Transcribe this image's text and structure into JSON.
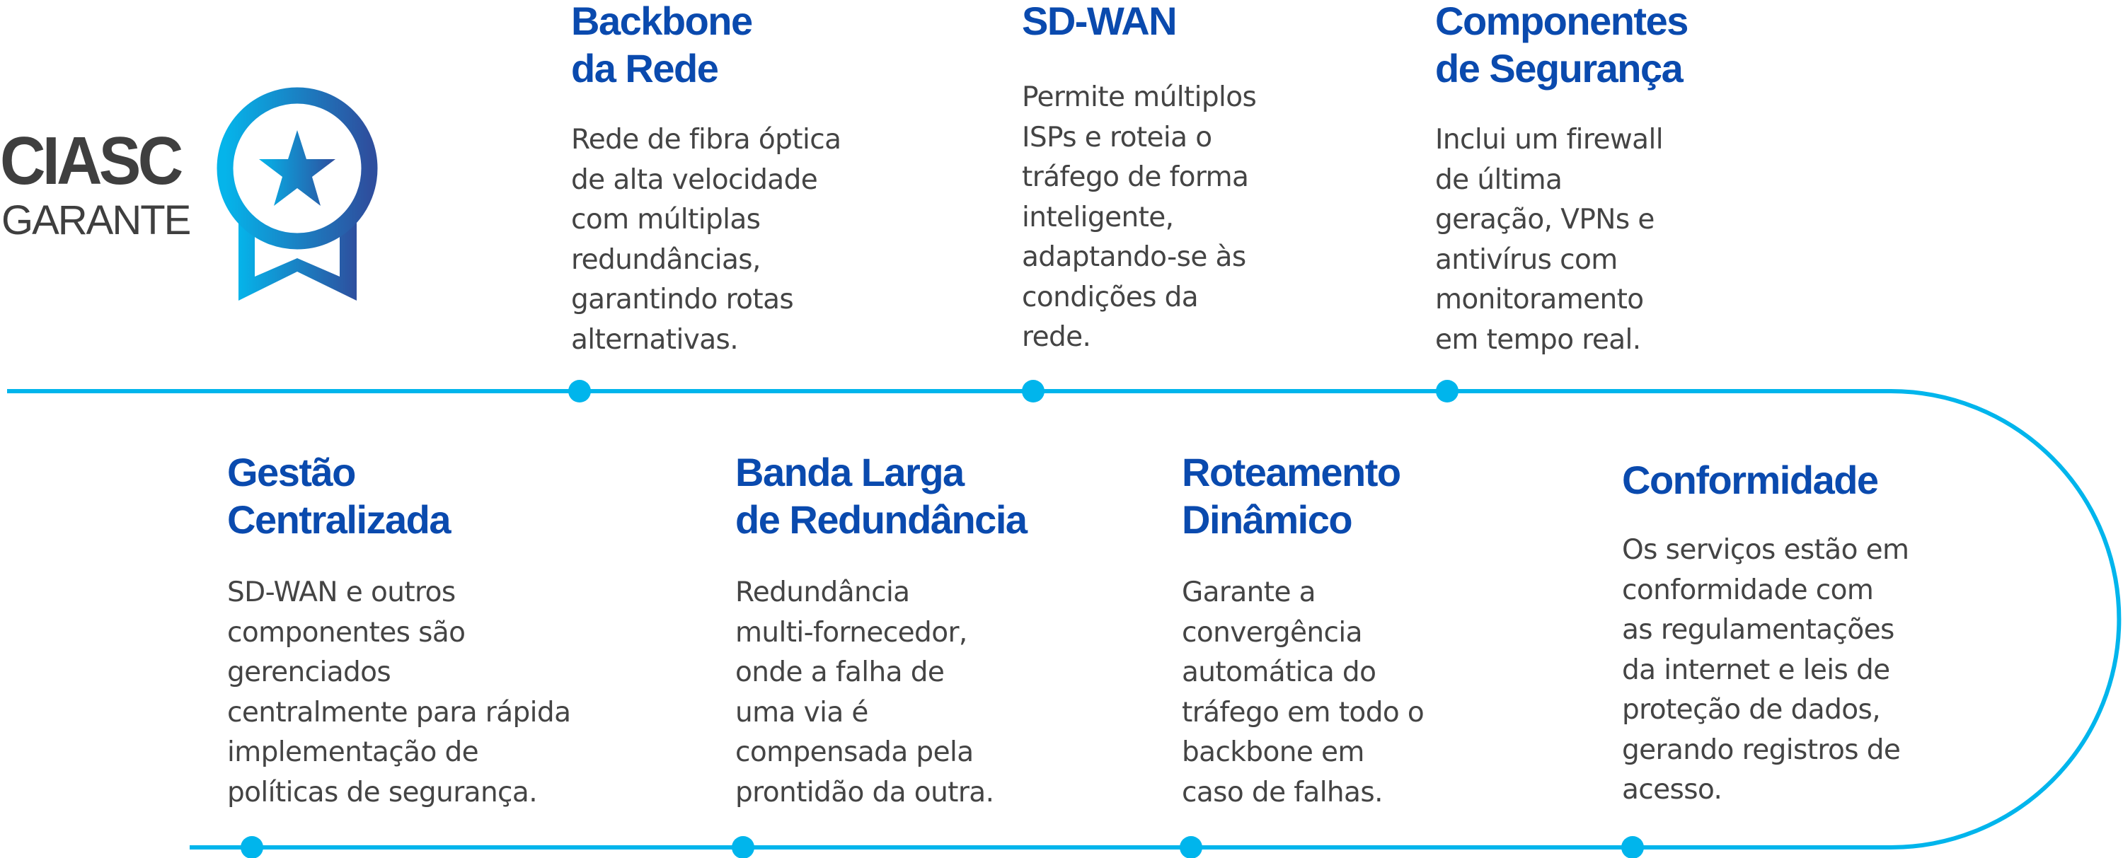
{
  "logo": {
    "main": "CIASC",
    "sub": "GARANTE",
    "icon": "award-ribbon-star-icon"
  },
  "colors": {
    "title": "#0a4aae",
    "body": "#444444",
    "timeline": "#00b5ec",
    "gradient_start": "#05b4ea",
    "gradient_end": "#2e4f9e"
  },
  "top_items": [
    {
      "title": [
        "Backbone",
        "da Rede"
      ],
      "body": [
        "Rede de fibra óptica",
        "de alta velocidade",
        "com múltiplas",
        "redundâncias,",
        "garantindo rotas",
        "alternativas."
      ]
    },
    {
      "title": [
        "SD-WAN"
      ],
      "body": [
        "Permite múltiplos",
        "ISPs e roteia o",
        "tráfego de forma",
        "inteligente,",
        "adaptando-se às",
        "condições da",
        "rede."
      ]
    },
    {
      "title": [
        "Componentes",
        "de Segurança"
      ],
      "body": [
        "Inclui um firewall",
        "de última",
        "geração, VPNs e",
        "antivírus com",
        "monitoramento",
        "em tempo real."
      ]
    }
  ],
  "bottom_items": [
    {
      "title": [
        "Gestão",
        "Centralizada"
      ],
      "body": [
        "SD-WAN e outros",
        "componentes são",
        "gerenciados",
        "centralmente para rápida",
        "implementação de",
        "políticas de segurança."
      ]
    },
    {
      "title": [
        "Banda Larga",
        "de Redundância"
      ],
      "body": [
        "Redundância",
        "multi-fornecedor,",
        "onde a falha de",
        "uma via é",
        "compensada pela",
        "prontidão da outra."
      ]
    },
    {
      "title": [
        "Roteamento",
        "Dinâmico"
      ],
      "body": [
        "Garante a",
        "convergência",
        "automática do",
        "tráfego em todo o",
        "backbone em",
        "caso de falhas."
      ]
    },
    {
      "title": [
        "Conformidade"
      ],
      "body": [
        "Os serviços estão em",
        "conformidade com",
        "as regulamentações",
        "da internet e leis de",
        "proteção de dados,",
        "gerando registros de",
        "acesso."
      ]
    }
  ]
}
